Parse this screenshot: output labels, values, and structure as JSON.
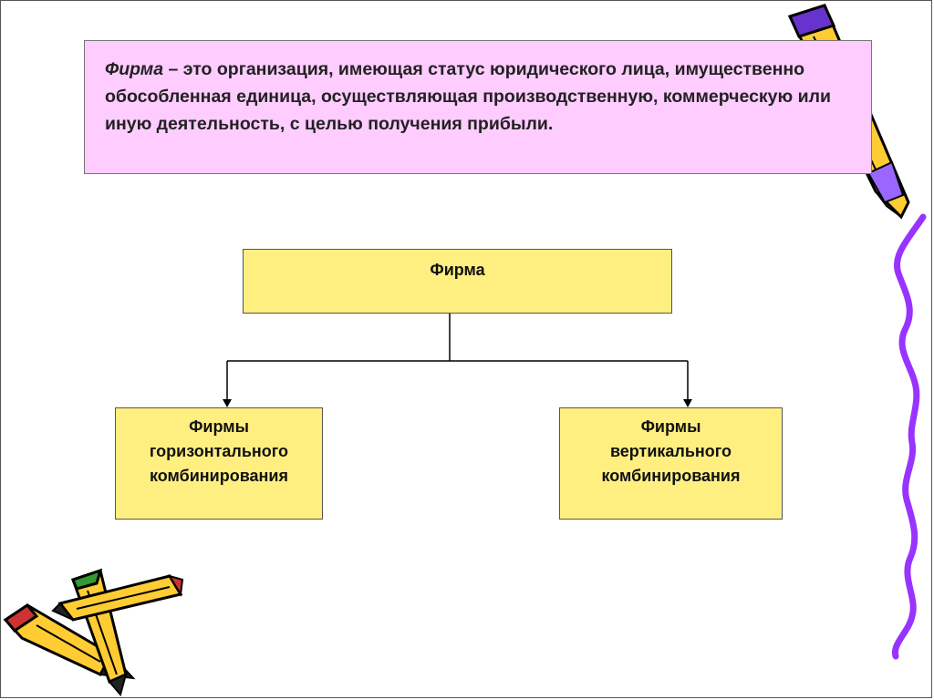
{
  "definition": {
    "term": "Фирма",
    "text": " – это организация,  имеющая статус юридического лица, имущественно обособленная единица, осуществляющая производственную, коммерческую или иную деятельность, с целью получения прибыли."
  },
  "diagram": {
    "root": {
      "label": "Фирма"
    },
    "children": [
      {
        "lines": [
          "Фирмы",
          "горизонтального",
          "комбинирования"
        ]
      },
      {
        "lines": [
          "Фирмы",
          "вертикального",
          "комбинирования"
        ]
      }
    ]
  },
  "decorations": {
    "squiggle_color": "#9933ff",
    "pencil_colors": [
      "#ffcc33",
      "#cc3333",
      "#339933",
      "#6633cc"
    ],
    "icons": [
      "pencil-icon",
      "squiggle-line-icon"
    ]
  }
}
